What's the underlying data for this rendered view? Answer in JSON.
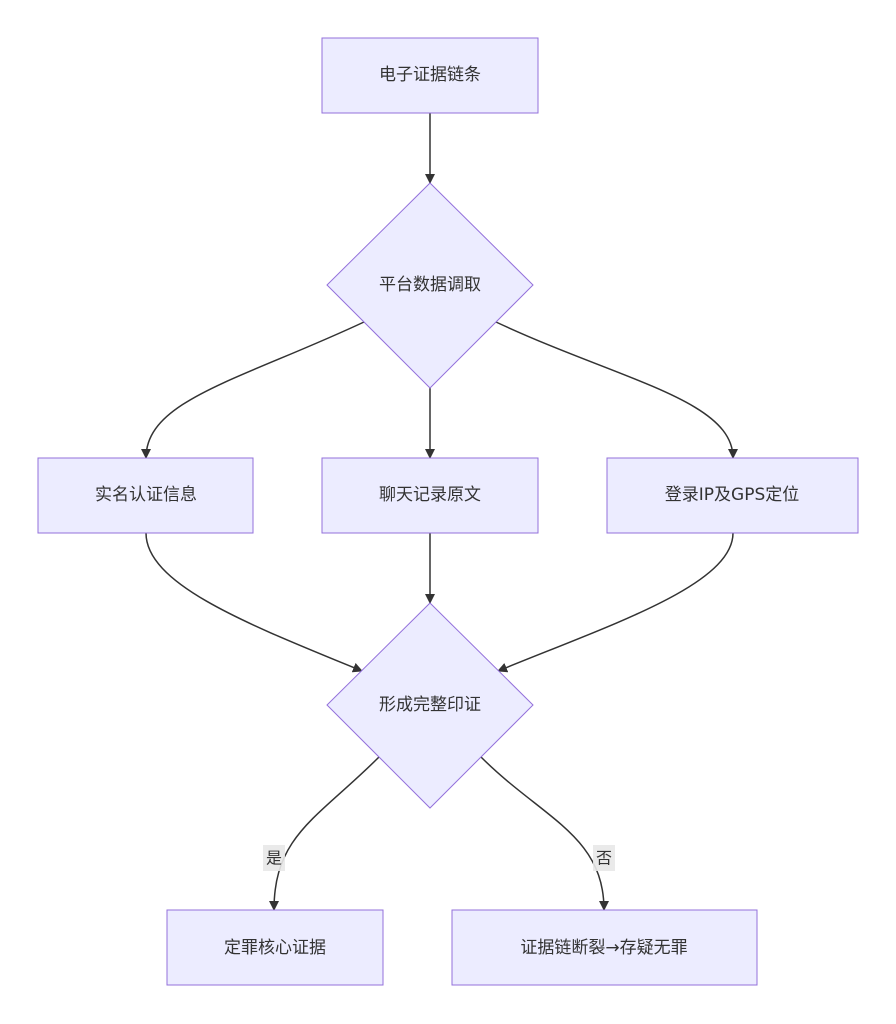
{
  "nodes": {
    "start": "电子证据链条",
    "platform": "平台数据调取",
    "realname": "实名认证信息",
    "chat": "聊天记录原文",
    "login": "登录IP及GPS定位",
    "corroborate": "形成完整印证",
    "guilty": "定罪核心证据",
    "doubt": "证据链断裂→存疑无罪"
  },
  "edge_labels": {
    "yes": "是",
    "no": "否"
  },
  "colors": {
    "node_fill": "#ECECFF",
    "node_stroke": "#9370DB",
    "text": "#333333",
    "edge": "#333333",
    "edge_label_bg": "#E8E8E8"
  }
}
